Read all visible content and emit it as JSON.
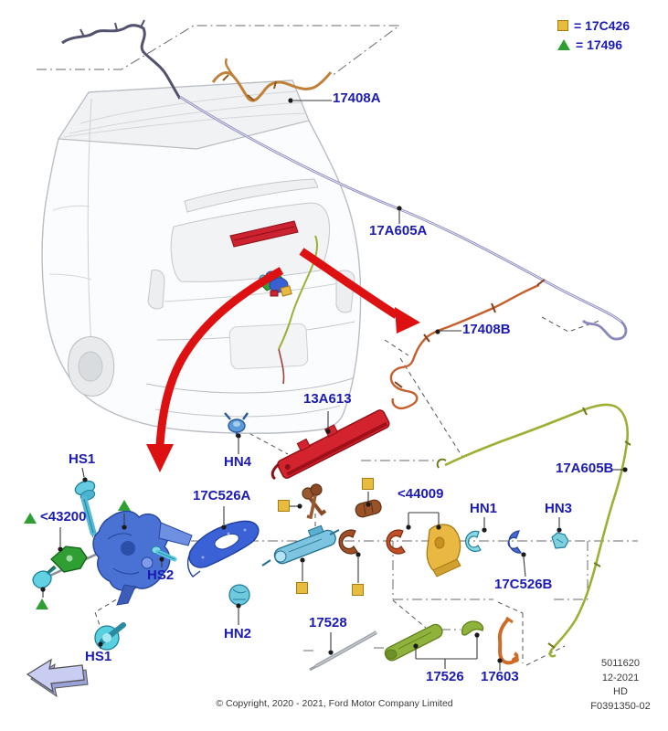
{
  "diagram_title_context": "Ford rear liftgate lock, wiper and washer components exploded diagram",
  "legend": {
    "items": [
      {
        "icon": "yellow-square-icon",
        "text": "= 17C426"
      },
      {
        "icon": "green-triangle-icon",
        "text": "= 17496"
      }
    ]
  },
  "callouts": {
    "c17408A": "17408A",
    "c17A605A": "17A605A",
    "c17408B": "17408B",
    "c13A613": "13A613",
    "cHN4": "HN4",
    "cHS1_top": "HS1",
    "c43200": "<43200",
    "cHS2": "HS2",
    "c17C526A": "17C526A",
    "cHN2": "HN2",
    "cHS1_bottom": "HS1",
    "c44009": "<44009",
    "cHN1": "HN1",
    "cHN3": "HN3",
    "c17C526B": "17C526B",
    "c17A605B": "17A605B",
    "c17528": "17528",
    "c17526": "17526",
    "c17603": "17603"
  },
  "plate": {
    "lines": [
      "5011620",
      "12-2021",
      "HD",
      "F0391350-02"
    ]
  },
  "footer": {
    "copyright": "© Copyright, 2020 - 2021, Ford Motor Company Limited"
  },
  "colors": {
    "label_blue": "#1b1bb4",
    "arrow_red": "#dd1111",
    "marker_yellow": "#e8bc3f",
    "marker_green": "#2f9e33",
    "part_red": "#d2232e",
    "part_blue": "#4a72d4",
    "part_cyan": "#62d2e2",
    "wire_orange": "#c65f2e",
    "hose_purple": "#8888bb",
    "wire_olive": "#9fae35"
  }
}
